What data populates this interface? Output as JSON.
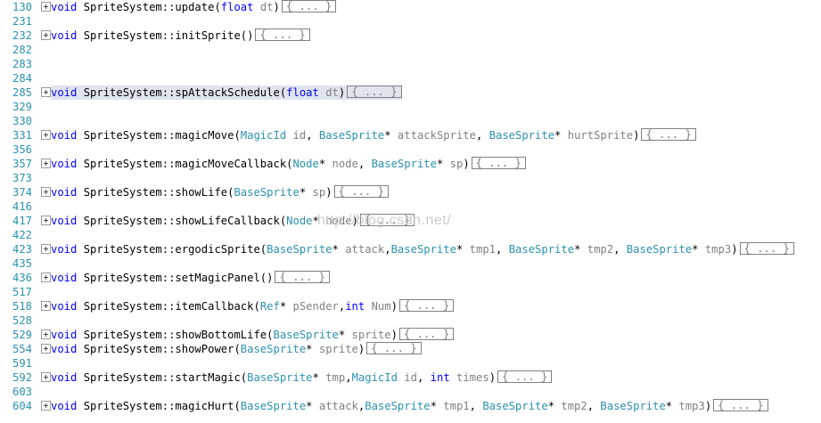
{
  "editor": {
    "lines": [
      {
        "num": "130",
        "fold": true,
        "highlight": false,
        "tokens": [
          {
            "k": "kw",
            "t": "void"
          },
          {
            "k": "tx",
            "t": " SpriteSystem::update("
          },
          {
            "k": "kw",
            "t": "float"
          },
          {
            "k": "pm",
            "t": " dt"
          },
          {
            "k": "tx",
            "t": ")"
          },
          {
            "k": "collapsed",
            "t": "{ ... }"
          }
        ]
      },
      {
        "num": "231",
        "fold": false,
        "tokens": []
      },
      {
        "num": "232",
        "fold": true,
        "tokens": [
          {
            "k": "kw",
            "t": "void"
          },
          {
            "k": "tx",
            "t": " SpriteSystem::initSprite()"
          },
          {
            "k": "collapsed",
            "t": "{ ... }"
          }
        ]
      },
      {
        "num": "282",
        "fold": false,
        "tokens": []
      },
      {
        "num": "283",
        "fold": false,
        "tokens": []
      },
      {
        "num": "284",
        "fold": false,
        "tokens": []
      },
      {
        "num": "285",
        "fold": true,
        "highlight": true,
        "tokens": [
          {
            "k": "kw",
            "t": "void"
          },
          {
            "k": "tx",
            "t": " SpriteSystem::spAttackSchedule("
          },
          {
            "k": "kw",
            "t": "float"
          },
          {
            "k": "pm",
            "t": " dt"
          },
          {
            "k": "tx",
            "t": ")"
          },
          {
            "k": "collapsed",
            "t": "{ ... }"
          }
        ]
      },
      {
        "num": "329",
        "fold": false,
        "tokens": []
      },
      {
        "num": "330",
        "fold": false,
        "tokens": []
      },
      {
        "num": "331",
        "fold": true,
        "tokens": [
          {
            "k": "kw",
            "t": "void"
          },
          {
            "k": "tx",
            "t": " SpriteSystem::magicMove("
          },
          {
            "k": "ty",
            "t": "MagicId"
          },
          {
            "k": "pm",
            "t": " id"
          },
          {
            "k": "tx",
            "t": ", "
          },
          {
            "k": "ty",
            "t": "BaseSprite"
          },
          {
            "k": "tx",
            "t": "*"
          },
          {
            "k": "pm",
            "t": " attackSprite"
          },
          {
            "k": "tx",
            "t": ", "
          },
          {
            "k": "ty",
            "t": "BaseSprite"
          },
          {
            "k": "tx",
            "t": "*"
          },
          {
            "k": "pm",
            "t": " hurtSprite"
          },
          {
            "k": "tx",
            "t": ")"
          },
          {
            "k": "collapsed",
            "t": "{ ... }"
          }
        ]
      },
      {
        "num": "356",
        "fold": false,
        "tokens": []
      },
      {
        "num": "357",
        "fold": true,
        "tokens": [
          {
            "k": "kw",
            "t": "void"
          },
          {
            "k": "tx",
            "t": " SpriteSystem::magicMoveCallback("
          },
          {
            "k": "ty",
            "t": "Node"
          },
          {
            "k": "tx",
            "t": "*"
          },
          {
            "k": "pm",
            "t": " node"
          },
          {
            "k": "tx",
            "t": ", "
          },
          {
            "k": "ty",
            "t": "BaseSprite"
          },
          {
            "k": "tx",
            "t": "*"
          },
          {
            "k": "pm",
            "t": " sp"
          },
          {
            "k": "tx",
            "t": ")"
          },
          {
            "k": "collapsed",
            "t": "{ ... }"
          }
        ]
      },
      {
        "num": "373",
        "fold": false,
        "tokens": []
      },
      {
        "num": "374",
        "fold": true,
        "tokens": [
          {
            "k": "kw",
            "t": "void"
          },
          {
            "k": "tx",
            "t": " SpriteSystem::showLife("
          },
          {
            "k": "ty",
            "t": "BaseSprite"
          },
          {
            "k": "tx",
            "t": "*"
          },
          {
            "k": "pm",
            "t": " sp"
          },
          {
            "k": "tx",
            "t": ")"
          },
          {
            "k": "collapsed",
            "t": "{ ... }"
          }
        ]
      },
      {
        "num": "416",
        "fold": false,
        "tokens": []
      },
      {
        "num": "417",
        "fold": true,
        "tokens": [
          {
            "k": "kw",
            "t": "void"
          },
          {
            "k": "tx",
            "t": " SpriteSystem::showLifeCallback("
          },
          {
            "k": "ty",
            "t": "Node"
          },
          {
            "k": "tx",
            "t": "*"
          },
          {
            "k": "pm",
            "t": " node"
          },
          {
            "k": "tx",
            "t": ")"
          },
          {
            "k": "collapsed",
            "t": "{ ... }"
          }
        ]
      },
      {
        "num": "422",
        "fold": false,
        "tokens": []
      },
      {
        "num": "423",
        "fold": true,
        "tokens": [
          {
            "k": "kw",
            "t": "void"
          },
          {
            "k": "tx",
            "t": " SpriteSystem::ergodicSprite("
          },
          {
            "k": "ty",
            "t": "BaseSprite"
          },
          {
            "k": "tx",
            "t": "*"
          },
          {
            "k": "pm",
            "t": " attack"
          },
          {
            "k": "tx",
            "t": ","
          },
          {
            "k": "ty",
            "t": "BaseSprite"
          },
          {
            "k": "tx",
            "t": "*"
          },
          {
            "k": "pm",
            "t": " tmp1"
          },
          {
            "k": "tx",
            "t": ", "
          },
          {
            "k": "ty",
            "t": "BaseSprite"
          },
          {
            "k": "tx",
            "t": "*"
          },
          {
            "k": "pm",
            "t": " tmp2"
          },
          {
            "k": "tx",
            "t": ", "
          },
          {
            "k": "ty",
            "t": "BaseSprite"
          },
          {
            "k": "tx",
            "t": "*"
          },
          {
            "k": "pm",
            "t": " tmp3"
          },
          {
            "k": "tx",
            "t": ")"
          },
          {
            "k": "collapsed",
            "t": "{ ... }"
          }
        ]
      },
      {
        "num": "435",
        "fold": false,
        "tokens": []
      },
      {
        "num": "436",
        "fold": true,
        "tokens": [
          {
            "k": "kw",
            "t": "void"
          },
          {
            "k": "tx",
            "t": " SpriteSystem::setMagicPanel()"
          },
          {
            "k": "collapsed",
            "t": "{ ... }"
          }
        ]
      },
      {
        "num": "517",
        "fold": false,
        "tokens": []
      },
      {
        "num": "518",
        "fold": true,
        "tokens": [
          {
            "k": "kw",
            "t": "void"
          },
          {
            "k": "tx",
            "t": " SpriteSystem::itemCallback("
          },
          {
            "k": "ty",
            "t": "Ref"
          },
          {
            "k": "tx",
            "t": "*"
          },
          {
            "k": "pm",
            "t": " pSender"
          },
          {
            "k": "tx",
            "t": ","
          },
          {
            "k": "kw",
            "t": "int"
          },
          {
            "k": "pm",
            "t": " Num"
          },
          {
            "k": "tx",
            "t": ")"
          },
          {
            "k": "collapsed",
            "t": "{ ... }"
          }
        ]
      },
      {
        "num": "528",
        "fold": false,
        "tokens": []
      },
      {
        "num": "529",
        "fold": true,
        "tokens": [
          {
            "k": "kw",
            "t": "void"
          },
          {
            "k": "tx",
            "t": " SpriteSystem::showBottomLife("
          },
          {
            "k": "ty",
            "t": "BaseSprite"
          },
          {
            "k": "tx",
            "t": "*"
          },
          {
            "k": "pm",
            "t": " sprite"
          },
          {
            "k": "tx",
            "t": ")"
          },
          {
            "k": "collapsed",
            "t": "{ ... }"
          }
        ]
      },
      {
        "num": "554",
        "fold": true,
        "tokens": [
          {
            "k": "kw",
            "t": "void"
          },
          {
            "k": "tx",
            "t": " SpriteSystem::showPower("
          },
          {
            "k": "ty",
            "t": "BaseSprite"
          },
          {
            "k": "tx",
            "t": "*"
          },
          {
            "k": "pm",
            "t": " sprite"
          },
          {
            "k": "tx",
            "t": ")"
          },
          {
            "k": "collapsed",
            "t": "{ ... }"
          }
        ]
      },
      {
        "num": "591",
        "fold": false,
        "tokens": []
      },
      {
        "num": "592",
        "fold": true,
        "tokens": [
          {
            "k": "kw",
            "t": "void"
          },
          {
            "k": "tx",
            "t": " SpriteSystem::startMagic("
          },
          {
            "k": "ty",
            "t": "BaseSprite"
          },
          {
            "k": "tx",
            "t": "*"
          },
          {
            "k": "pm",
            "t": " tmp"
          },
          {
            "k": "tx",
            "t": ","
          },
          {
            "k": "ty",
            "t": "MagicId"
          },
          {
            "k": "pm",
            "t": " id"
          },
          {
            "k": "tx",
            "t": ", "
          },
          {
            "k": "kw",
            "t": "int"
          },
          {
            "k": "pm",
            "t": " times"
          },
          {
            "k": "tx",
            "t": ")"
          },
          {
            "k": "collapsed",
            "t": "{ ... }"
          }
        ]
      },
      {
        "num": "603",
        "fold": false,
        "tokens": []
      },
      {
        "num": "604",
        "fold": true,
        "tokens": [
          {
            "k": "kw",
            "t": "void"
          },
          {
            "k": "tx",
            "t": " SpriteSystem::magicHurt("
          },
          {
            "k": "ty",
            "t": "BaseSprite"
          },
          {
            "k": "tx",
            "t": "*"
          },
          {
            "k": "pm",
            "t": " attack"
          },
          {
            "k": "tx",
            "t": ","
          },
          {
            "k": "ty",
            "t": "BaseSprite"
          },
          {
            "k": "tx",
            "t": "*"
          },
          {
            "k": "pm",
            "t": " tmp1"
          },
          {
            "k": "tx",
            "t": ", "
          },
          {
            "k": "ty",
            "t": "BaseSprite"
          },
          {
            "k": "tx",
            "t": "*"
          },
          {
            "k": "pm",
            "t": " tmp2"
          },
          {
            "k": "tx",
            "t": ", "
          },
          {
            "k": "ty",
            "t": "BaseSprite"
          },
          {
            "k": "tx",
            "t": "*"
          },
          {
            "k": "pm",
            "t": " tmp3"
          },
          {
            "k": "tx",
            "t": ")"
          },
          {
            "k": "collapsed",
            "t": "{ ... }"
          }
        ]
      }
    ]
  },
  "watermark": "http://blog.csdn.net/",
  "colors": {
    "keyword": "#0000ff",
    "type": "#2b91af",
    "line_number": "#2b91af",
    "parameter": "#808080",
    "current_line": "#dfe4ef"
  }
}
